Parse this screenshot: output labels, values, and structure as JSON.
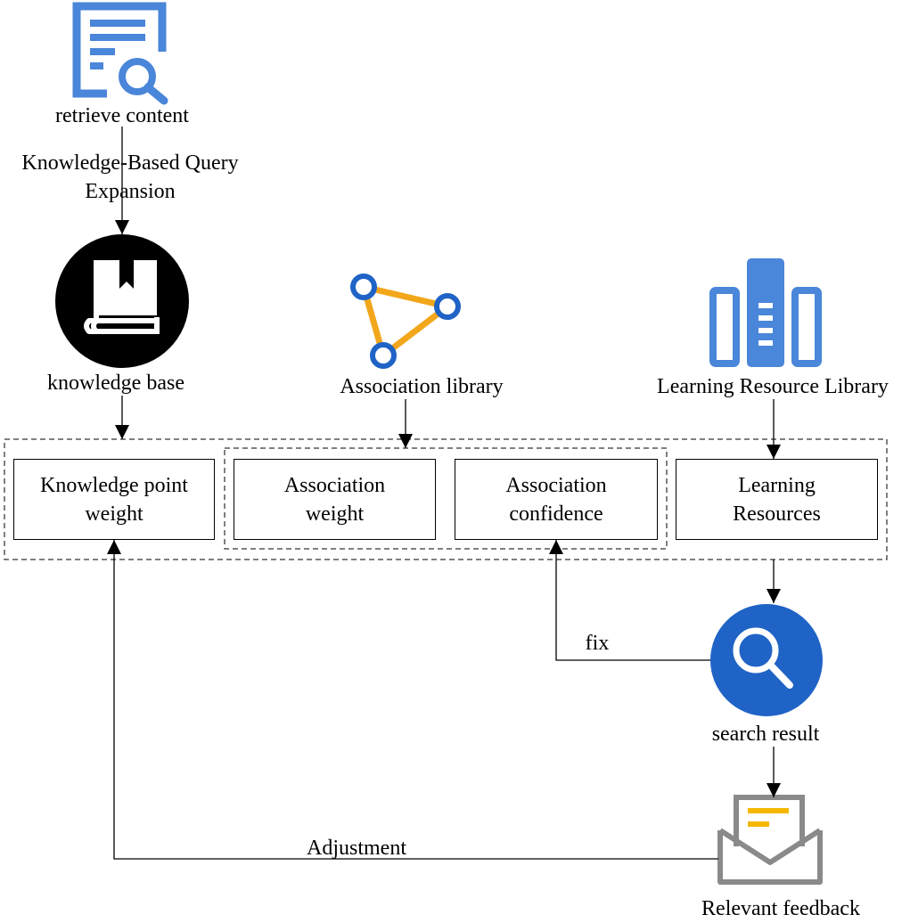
{
  "nodes": {
    "retrieve_content": "retrieve content",
    "knowledge_base": "knowledge base",
    "association_library": "Association library",
    "learning_resource_library": "Learning Resource Library",
    "search_result": "search result",
    "relevant_feedback": "Relevant feedback"
  },
  "edges": {
    "query_expansion_line1": "Knowledge-Based Query",
    "query_expansion_line2": "Expansion",
    "fix": "fix",
    "adjustment": "Adjustment"
  },
  "boxes": {
    "knowledge_point_weight": [
      "Knowledge point",
      "weight"
    ],
    "association_weight": [
      "Association",
      "weight"
    ],
    "association_confidence": [
      "Association",
      "confidence"
    ],
    "learning_resources": [
      "Learning",
      "Resources"
    ]
  },
  "icons": {
    "retrieve": "document-search-icon",
    "knowledge_base": "book-icon",
    "association": "triangle-graph-icon",
    "learning_library": "bar-library-icon",
    "search": "search-icon",
    "feedback": "envelope-icon"
  },
  "colors": {
    "blue": "#4a86d9",
    "dark_blue": "#1f63c6",
    "orange": "#f2a71b",
    "gray": "#8a8a8a",
    "yellow": "#f5b800"
  }
}
